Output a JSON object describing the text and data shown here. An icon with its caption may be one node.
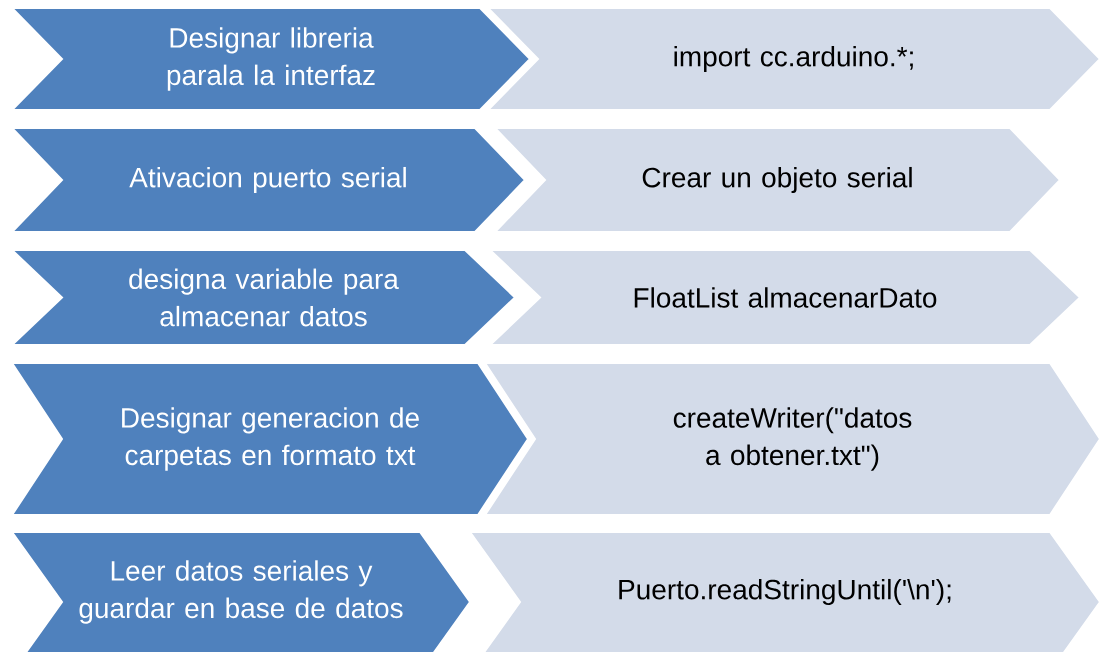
{
  "diagram": {
    "nodes": [
      {
        "text": [
          "Designar libreria parala la interfaz"
        ]
      },
      {
        "text": [
          "import cc.arduino.*;"
        ]
      },
      {
        "text": [
          "Ativacion puerto serial"
        ]
      },
      {
        "text": [
          "Crear un objeto serial"
        ]
      },
      {
        "text": [
          "designa variable para almacenar datos"
        ]
      },
      {
        "text": [
          "FloatList almacenarDato"
        ]
      },
      {
        "text": [
          "Designar generacion de carpetas en formato txt"
        ]
      },
      {
        "text": [
          "createWriter(\"datos a obtener.txt\")"
        ]
      },
      {
        "text": [
          "Leer datos seriales y guardar en base de datos"
        ]
      },
      {
        "text": [
          "Puerto.readStringUntil('\\n');"
        ]
      }
    ]
  }
}
